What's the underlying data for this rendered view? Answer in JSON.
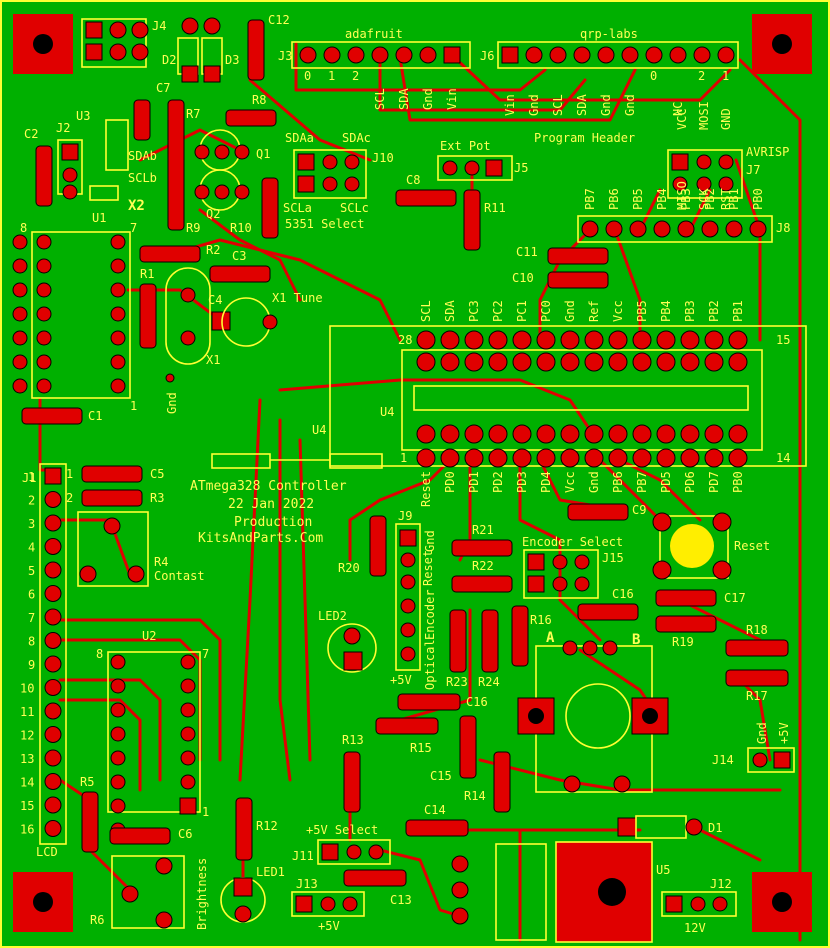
{
  "board": {
    "background": "#00b000",
    "copper": "#e00000",
    "silk": "#ffff33"
  },
  "texts": {
    "title": "ATmega328 Controller",
    "date": "22 Jan 2022",
    "status": "Production",
    "site": "KitsAndParts.Com",
    "adafruit": "adafruit",
    "qrp": "qrp-labs",
    "program_header": "Program Header",
    "avrisp": "AVRISP",
    "ext_pot": "Ext Pot",
    "encoder_select": "Encoder Select",
    "reset": "Reset",
    "contast": "Contast",
    "brightness": "Brightness",
    "x1_tune": "X1 Tune",
    "select5351": "5351 Select",
    "select5v": "+5V Select",
    "lcd": "LCD",
    "gnd": "Gnd",
    "plus5v": "+5V",
    "v12": "12V",
    "optical": "Optical",
    "encoder": "Encoder",
    "a": "A",
    "b": "B",
    "x2": "X2"
  },
  "j6_pins": [
    "0",
    "1",
    "2",
    "SCL",
    "SDA",
    "Gnd",
    "Vin"
  ],
  "j6b_pins": [
    "Vin",
    "Gnd",
    "SCL",
    "SDA",
    "Gnd",
    "Gnd",
    "0",
    "NC",
    "2",
    "1"
  ],
  "j7_pins": [
    "VCC",
    "MOSI",
    "GND",
    "MISO",
    "SCK",
    "RST"
  ],
  "j8_pins": [
    "PB7",
    "PB6",
    "PB5",
    "PB4",
    "PB3",
    "PB2",
    "PB1",
    "PB0"
  ],
  "u4_top_pins": [
    "SCL",
    "SDA",
    "PC3",
    "PC2",
    "PC1",
    "PC0",
    "Gnd",
    "Ref",
    "Vcc",
    "PB5",
    "PB4",
    "PB3",
    "PB2",
    "PB1"
  ],
  "u4_bottom_pins": [
    "Reset",
    "PD0",
    "PD1",
    "PD2",
    "PD3",
    "PD4",
    "Vcc",
    "Gnd",
    "PB6",
    "PB7",
    "PD5",
    "PD6",
    "PD7",
    "PB0"
  ],
  "lcd_pins": [
    "1",
    "2",
    "3",
    "4",
    "5",
    "6",
    "7",
    "8",
    "9",
    "10",
    "11",
    "12",
    "13",
    "14",
    "15",
    "16"
  ],
  "refs": {
    "J1": "J1",
    "J2": "J2",
    "J3": "J3",
    "J4": "J4",
    "J5": "J5",
    "J6": "J6",
    "J7": "J7",
    "J8": "J8",
    "J9": "J9",
    "J10": "J10",
    "J11": "J11",
    "J12": "J12",
    "J13": "J13",
    "J14": "J14",
    "J15": "J15",
    "U1": "U1",
    "U2": "U2",
    "U3": "U3",
    "U4": "U4",
    "U5": "U5",
    "C1": "C1",
    "C2": "C2",
    "C3": "C3",
    "C4": "C4",
    "C5": "C5",
    "C6": "C6",
    "C7": "C7",
    "C8": "C8",
    "C9": "C9",
    "C10": "C10",
    "C11": "C11",
    "C12": "C12",
    "C13": "C13",
    "C14": "C14",
    "C15": "C15",
    "C16": "C16",
    "C17": "C17",
    "R1": "R1",
    "R2": "R2",
    "R3": "R3",
    "R4": "R4",
    "R5": "R5",
    "R6": "R6",
    "R7": "R7",
    "R8": "R8",
    "R9": "R9",
    "R10": "R10",
    "R11": "R11",
    "R12": "R12",
    "R13": "R13",
    "R14": "R14",
    "R15": "R15",
    "R16": "R16",
    "R17": "R17",
    "R18": "R18",
    "R19": "R19",
    "R20": "R20",
    "R21": "R21",
    "R22": "R22",
    "R23": "R23",
    "R24": "R24",
    "D1": "D1",
    "D2": "D2",
    "D3": "D3",
    "Q1": "Q1",
    "Q2": "Q2",
    "X1": "X1",
    "LED1": "LED1",
    "LED2": "LED2",
    "SDAa": "SDAa",
    "SDAb": "SDAb",
    "SDAc": "SDAc",
    "SCLa": "SCLa",
    "SCLb": "SCLb",
    "SCLc": "SCLc"
  }
}
